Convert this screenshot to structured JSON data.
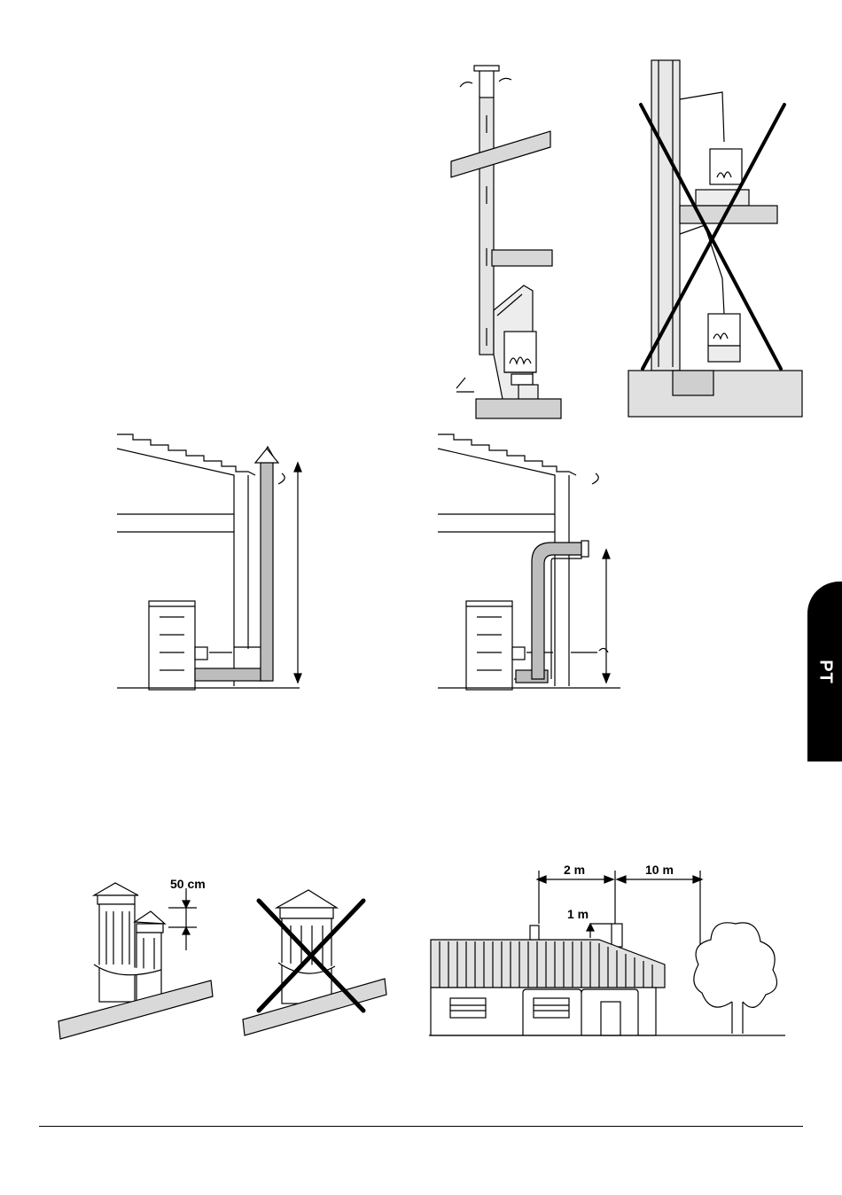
{
  "side_tab": {
    "language": "PT"
  },
  "figures": {
    "chimney_height_diagram": {
      "label_offset": "50 cm"
    },
    "house_clearance_diagram": {
      "label_width": "2 m",
      "label_distance": "10 m",
      "label_height": "1 m"
    }
  },
  "colors": {
    "ink": "#000000",
    "pipe_fill": "#bdbdbd",
    "tab_bg": "#000000"
  }
}
